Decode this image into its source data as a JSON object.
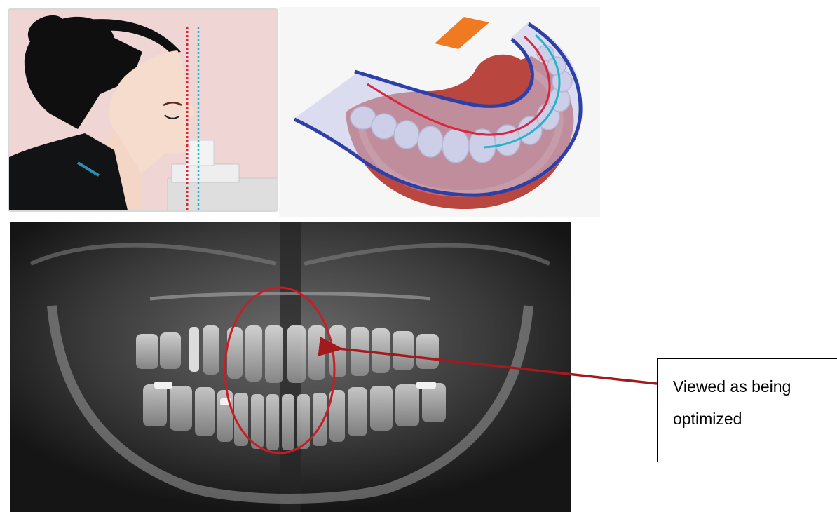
{
  "callout": {
    "text": "Viewed as being optimized"
  },
  "colors": {
    "red_line": "#d7263d",
    "cyan_line": "#2ab3c8",
    "arch_blue": "#2d3fa8",
    "orange_tab": "#f07a21",
    "arrow": "#a31a1e",
    "highlight_ellipse": "#c81d25",
    "panel_pink": "#efd5d4"
  },
  "icons": [
    "patient-profile-illustration",
    "dental-arch-illustration",
    "panoramic-xray-image"
  ]
}
